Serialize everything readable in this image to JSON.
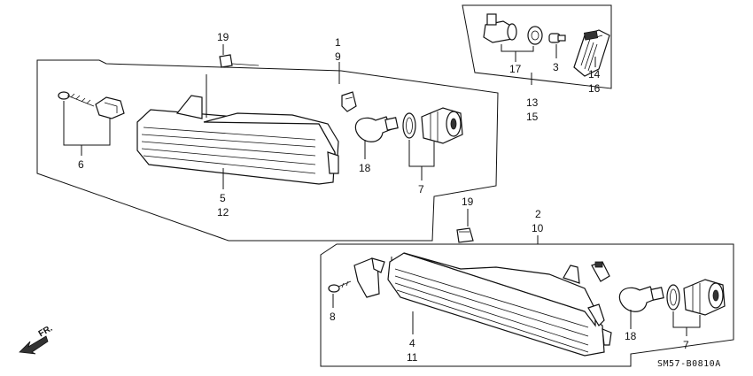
{
  "callouts": {
    "c1": "1",
    "c9": "9",
    "c19a": "19",
    "c6": "6",
    "c5": "5",
    "c12": "12",
    "c18a": "18",
    "c7a": "7",
    "c17": "17",
    "c3": "3",
    "c14": "14",
    "c16": "16",
    "c13": "13",
    "c15": "15",
    "c19b": "19",
    "c2": "2",
    "c10": "10",
    "c8": "8",
    "c4": "4",
    "c11": "11",
    "c18b": "18",
    "c7b": "7"
  },
  "direction_label": "FR.",
  "diagram_code": "SM57-B0810A"
}
